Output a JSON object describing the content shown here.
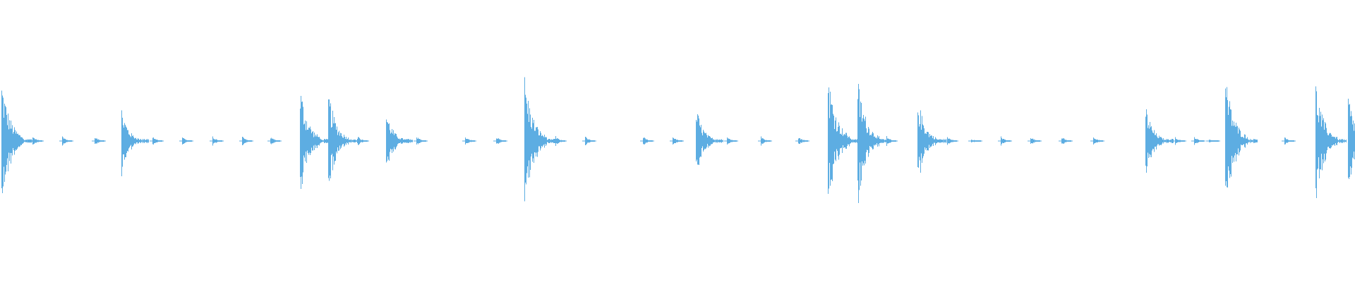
{
  "waveform": {
    "color": "#5dade2",
    "background": "#ffffff",
    "amplitude_scale": 1.0,
    "duration": 1.0,
    "events": [
      {
        "t": 0.0,
        "amp": 0.92,
        "kind": "hit"
      },
      {
        "t": 0.023,
        "amp": 0.07,
        "kind": "tick"
      },
      {
        "t": 0.045,
        "amp": 0.07,
        "kind": "tick"
      },
      {
        "t": 0.069,
        "amp": 0.07,
        "kind": "tick"
      },
      {
        "t": 0.089,
        "amp": 0.5,
        "kind": "hit"
      },
      {
        "t": 0.112,
        "amp": 0.07,
        "kind": "tick"
      },
      {
        "t": 0.134,
        "amp": 0.07,
        "kind": "tick"
      },
      {
        "t": 0.156,
        "amp": 0.07,
        "kind": "tick"
      },
      {
        "t": 0.178,
        "amp": 0.07,
        "kind": "tick"
      },
      {
        "t": 0.199,
        "amp": 0.07,
        "kind": "tick"
      },
      {
        "t": 0.221,
        "amp": 0.82,
        "kind": "hit"
      },
      {
        "t": 0.242,
        "amp": 0.75,
        "kind": "hit"
      },
      {
        "t": 0.264,
        "amp": 0.07,
        "kind": "tick"
      },
      {
        "t": 0.285,
        "amp": 0.46,
        "kind": "hit"
      },
      {
        "t": 0.307,
        "amp": 0.07,
        "kind": "tick"
      },
      {
        "t": 0.343,
        "amp": 0.07,
        "kind": "tick"
      },
      {
        "t": 0.366,
        "amp": 0.07,
        "kind": "tick"
      },
      {
        "t": 0.387,
        "amp": 0.96,
        "kind": "hit"
      },
      {
        "t": 0.41,
        "amp": 0.07,
        "kind": "tick"
      },
      {
        "t": 0.432,
        "amp": 0.07,
        "kind": "tick"
      },
      {
        "t": 0.475,
        "amp": 0.07,
        "kind": "tick"
      },
      {
        "t": 0.497,
        "amp": 0.07,
        "kind": "tick"
      },
      {
        "t": 0.514,
        "amp": 0.52,
        "kind": "hit"
      },
      {
        "t": 0.537,
        "amp": 0.07,
        "kind": "tick"
      },
      {
        "t": 0.562,
        "amp": 0.07,
        "kind": "tick"
      },
      {
        "t": 0.59,
        "amp": 0.07,
        "kind": "tick"
      },
      {
        "t": 0.612,
        "amp": 1.0,
        "kind": "hit"
      },
      {
        "t": 0.634,
        "amp": 0.92,
        "kind": "hit"
      },
      {
        "t": 0.655,
        "amp": 0.07,
        "kind": "tick"
      },
      {
        "t": 0.678,
        "amp": 0.66,
        "kind": "hit"
      },
      {
        "t": 0.7,
        "amp": 0.07,
        "kind": "tick"
      },
      {
        "t": 0.718,
        "amp": 0.03,
        "kind": "tick"
      },
      {
        "t": 0.74,
        "amp": 0.07,
        "kind": "tick"
      },
      {
        "t": 0.762,
        "amp": 0.07,
        "kind": "tick"
      },
      {
        "t": 0.785,
        "amp": 0.07,
        "kind": "tick"
      },
      {
        "t": 0.808,
        "amp": 0.07,
        "kind": "tick"
      },
      {
        "t": 0.847,
        "amp": 0.54,
        "kind": "hit"
      },
      {
        "t": 0.869,
        "amp": 0.07,
        "kind": "tick"
      },
      {
        "t": 0.883,
        "amp": 0.07,
        "kind": "tick"
      },
      {
        "t": 0.894,
        "amp": 0.03,
        "kind": "tick"
      },
      {
        "t": 0.906,
        "amp": 0.98,
        "kind": "hit"
      },
      {
        "t": 0.95,
        "amp": 0.07,
        "kind": "tick"
      },
      {
        "t": 0.973,
        "amp": 0.86,
        "kind": "hit"
      },
      {
        "t": 0.985,
        "amp": 0.07,
        "kind": "tick"
      },
      {
        "t": 0.997,
        "amp": 0.7,
        "kind": "hit"
      }
    ]
  }
}
